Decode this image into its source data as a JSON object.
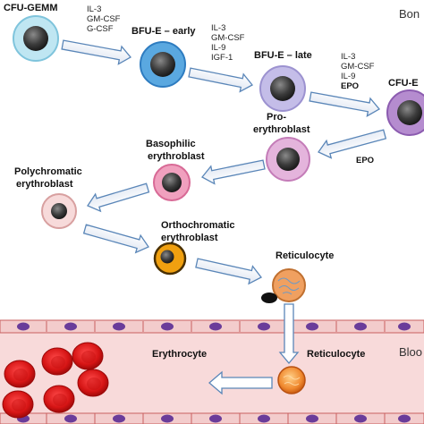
{
  "corner_top": "Bon",
  "corner_bottom": "Bloo",
  "stages": {
    "cfu_gemm": "CFU-GEMM",
    "bfu_e_early": "BFU-E – early",
    "bfu_e_late": "BFU-E – late",
    "cfu_e": "CFU-E",
    "pro_erythroblast_1": "Pro-",
    "pro_erythroblast_2": "erythroblast",
    "basophilic_1": "Basophilic",
    "basophilic_2": "erythroblast",
    "polychromatic_1": "Polychromatic",
    "polychromatic_2": "erythroblast",
    "orthochromatic_1": "Orthochromatic",
    "orthochromatic_2": "erythroblast",
    "reticulocyte_marrow": "Reticulocyte",
    "reticulocyte_blood": "Reticulocyte",
    "erythrocyte": "Erythrocyte"
  },
  "factors": {
    "f1": [
      "IL-3",
      "GM-CSF",
      "G-CSF"
    ],
    "f2": [
      "IL-3",
      "GM-CSF",
      "IL-9",
      "IGF-1"
    ],
    "f3": [
      "IL-3",
      "GM-CSF",
      "IL-9"
    ],
    "f3_bold": "EPO",
    "f4": "EPO"
  },
  "colors": {
    "cfu_gemm": "#bfe6f2",
    "bfu_e_early": "#5aa8e0",
    "bfu_e_late": "#c4bde8",
    "cfu_e": "#b58ccf",
    "pro": "#e4b4dc",
    "basophilic": "#f0a0be",
    "polychromatic": "#f7dada",
    "orthochromatic": "#f0a010",
    "reticulocyte": "#f09040",
    "erythrocyte": "#dd1818",
    "vessel": "#f7d7d7",
    "vessel_border": "#c85a5a",
    "endothelial_nucleus": "#6a3c9a"
  }
}
